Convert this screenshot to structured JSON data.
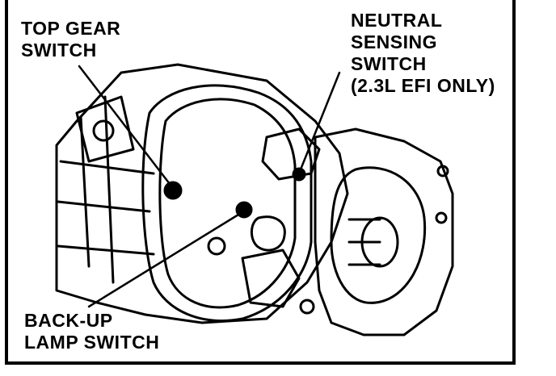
{
  "labels": {
    "top_gear": [
      "TOP GEAR",
      "SWITCH"
    ],
    "neutral": [
      "NEUTRAL",
      "SENSING",
      "SWITCH",
      "(2.3L EFI ONLY)"
    ],
    "backup": [
      "BACK-UP",
      "LAMP SWITCH"
    ]
  },
  "colors": {
    "ink": "#000000",
    "paper": "#ffffff"
  }
}
